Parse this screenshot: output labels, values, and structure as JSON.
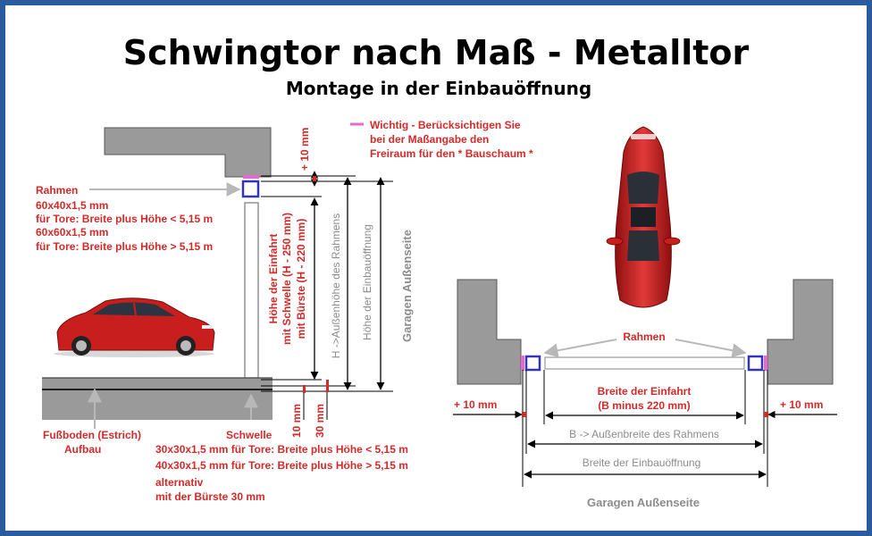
{
  "header": {
    "title": "Schwingtor nach Maß - Metalltor",
    "subtitle": "Montage in der Einbauöffnung"
  },
  "note": {
    "line1": "Wichtig - Berücksichtigen Sie",
    "line2": "bei der Maßangabe den",
    "line3": "Freiraum für den * Bauschaum *"
  },
  "side_view": {
    "rahmen_label": "Rahmen",
    "rahmen_spec1": "60x40x1,5 mm",
    "rahmen_cond1": "für Tore: Breite plus Höhe < 5,15 m",
    "rahmen_spec2": "60x60x1,5 mm",
    "rahmen_cond2": "für Tore: Breite plus Höhe > 5,15 m",
    "plus10_top": "+ 10 mm",
    "hoehe_einfahrt_1": "Höhe der Einfahrt",
    "hoehe_einfahrt_2": "mit Schwelle (H - 250 mm)",
    "hoehe_einfahrt_3": "mit Bürste (H - 220 mm)",
    "aussenhoehe": "H ->Außenhöhe des Rahmens",
    "hoehe_einbau": "Höhe der Einbauöffnung",
    "garagen_aussen": "Garagen Außenseite",
    "fussboden_1": "Fußboden (Estrich)",
    "fussboden_2": "Aufbau",
    "schwelle_label": "Schwelle",
    "schwelle_spec1": "30x30x1,5 mm für Tore: Breite plus Höhe < 5,15 m",
    "schwelle_spec2": "40x30x1,5 mm für Tore: Breite plus Höhe > 5,15 m",
    "schwelle_alt1": "alternativ",
    "schwelle_alt2": "mit der Bürste 30 mm",
    "dim_10mm": "10 mm",
    "dim_30mm": "30 mm"
  },
  "top_view": {
    "rahmen_label": "Rahmen",
    "plus10_left": "+ 10 mm",
    "plus10_right": "+ 10 mm",
    "breite_einfahrt_1": "Breite der Einfahrt",
    "breite_einfahrt_2": "(B minus 220 mm)",
    "aussenbreite": "B -> Außenbreite des Rahmens",
    "breite_einbau": "Breite der Einbauöffnung",
    "garagen_aussen": "Garagen Außenseite"
  },
  "colors": {
    "border": "#2a5b9e",
    "accent_red": "#d42a2a",
    "frame_blue": "#3333bb",
    "foam_pink": "#e46ad0",
    "wall_gray": "#9a9a9a"
  }
}
